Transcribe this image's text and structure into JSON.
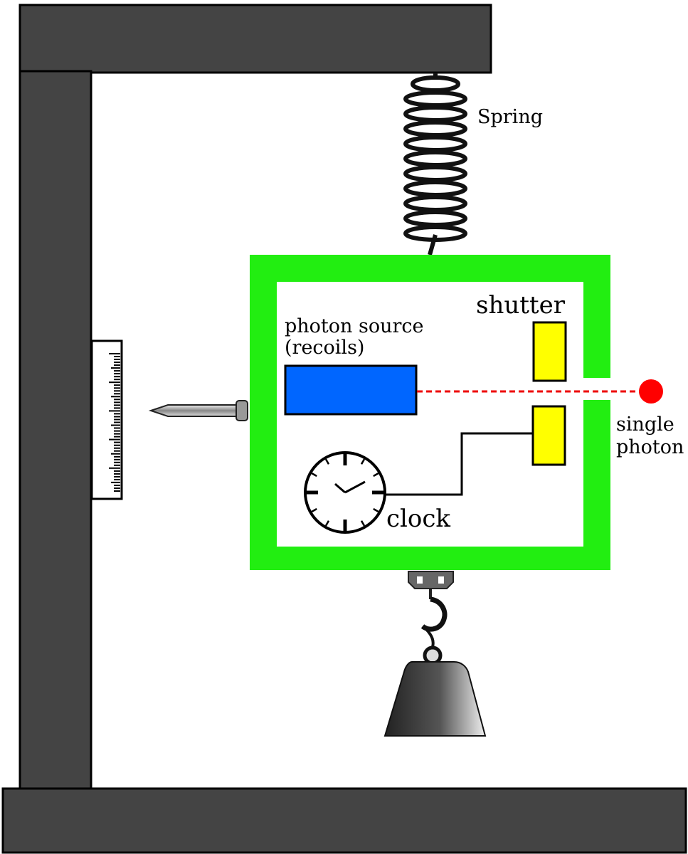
{
  "labels": {
    "spring": "Spring",
    "shutter": "shutter",
    "photon_source_line1": "photon source",
    "photon_source_line2": "(recoils)",
    "single_photon_line1": "single",
    "single_photon_line2": "photon",
    "clock": "clock"
  },
  "colors": {
    "frame": "#444444",
    "box_border": "#22ee11",
    "photon_source": "#0066ff",
    "shutter": "#ffff00",
    "photon": "#ff0000",
    "beam": "#ee0000"
  },
  "icons": {
    "stand": "gallows-frame",
    "spring": "coil-spring-icon",
    "scale": "ruler-scale-icon",
    "pointer": "needle-pointer-icon",
    "clock": "clock-icon",
    "hook": "hook-icon",
    "weight": "weight-icon"
  }
}
